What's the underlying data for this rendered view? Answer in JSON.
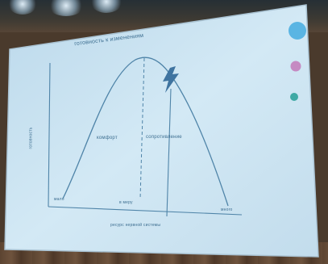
{
  "screen": {
    "background": "#cfe6f3",
    "ink_color": "#4f84a8"
  },
  "slide": {
    "title": "готовность к изменениям",
    "y_axis_label": "готовность",
    "x_axis_label": "ресурс нервной системы",
    "left_region_label": "комфорт",
    "right_region_label": "сопротивление",
    "left_end_label": "мало",
    "peak_label": "в меру",
    "right_end_label": "много",
    "event_icon": "lightning-bolt-icon"
  },
  "side_dots": [
    {
      "name": "blue-dot",
      "color": "#5ab5e3"
    },
    {
      "name": "pink-dot",
      "color": "#c58ac2"
    },
    {
      "name": "teal-dot",
      "color": "#3fa9a4"
    }
  ]
}
